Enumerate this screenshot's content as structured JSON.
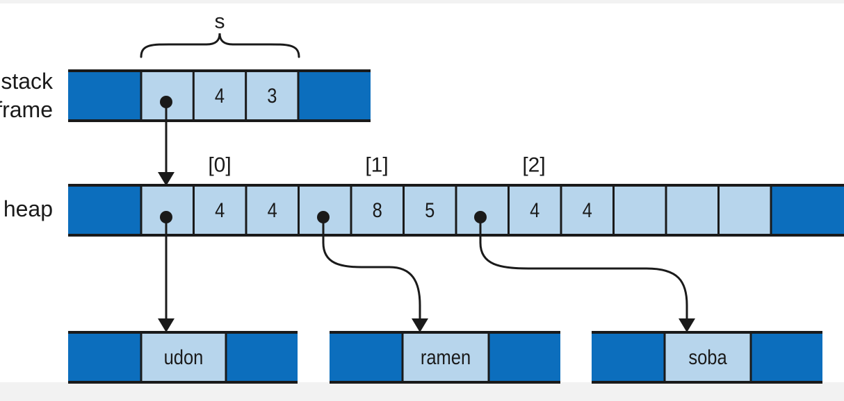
{
  "labels": {
    "stack_line1": "stack",
    "stack_line2": "frame",
    "heap": "heap"
  },
  "brace_label": "s",
  "indices": [
    "[0]",
    "[1]",
    "[2]"
  ],
  "stack_cells": [
    "",
    "4",
    "3"
  ],
  "heap_cells": [
    "",
    "4",
    "4",
    "",
    "8",
    "5",
    "",
    "4",
    "4",
    "",
    "",
    ""
  ],
  "strings": [
    "udon",
    "ramen",
    "soba"
  ],
  "colors": {
    "dark_blue": "#0c6ebd",
    "light_blue": "#b7d5ec",
    "ink": "#1a1a1a"
  }
}
